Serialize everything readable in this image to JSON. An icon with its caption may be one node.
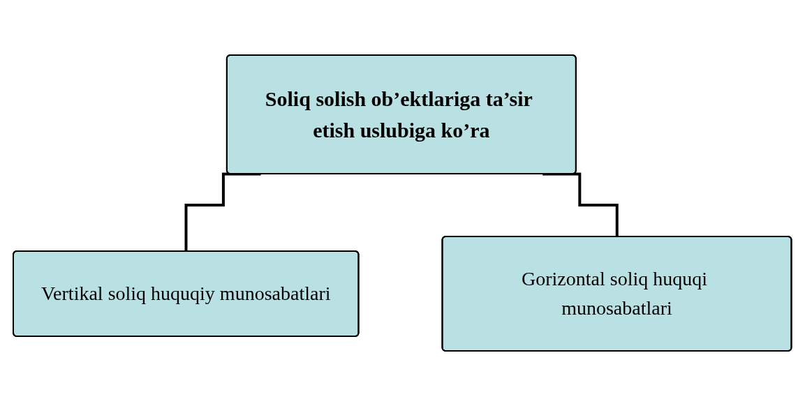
{
  "diagram": {
    "nodes": [
      {
        "text": [
          "Soliq solish ob’ektlariga ta’sir etish uslubiga ko’ra"
        ]
      },
      {
        "text": [
          "Vertikal soliq huquqiy munosabatlari"
        ]
      },
      {
        "text": [
          "Gorizontal soliq huquqi munosabatlari"
        ]
      }
    ],
    "edges": [
      {
        "from": 0,
        "to": 1,
        "arrow": "none"
      },
      {
        "from": 0,
        "to": 2,
        "arrow": "none"
      }
    ]
  }
}
